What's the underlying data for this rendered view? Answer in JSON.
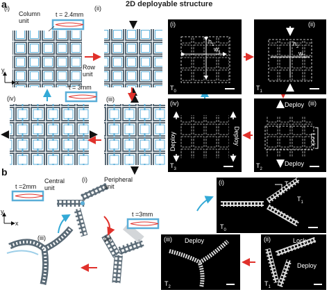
{
  "panel_a": {
    "letter": "a",
    "title": "2D deployable structure",
    "step_i": "(i)",
    "step_ii": "(ii)",
    "step_iii": "(iii)",
    "step_iv": "(iv)",
    "column_unit": "Column unit",
    "row_unit": "Row unit",
    "tc_column": "t = 2.4mm",
    "tc_row": "t = 3mm",
    "tc_sub": "c",
    "axis_x": "x",
    "axis_y": "y",
    "photos": {
      "p1": {
        "step": "(i)",
        "time": "T",
        "time_sub": "0",
        "h": "h",
        "h_sub": "1",
        "w": "w",
        "w_sub": "1"
      },
      "p2": {
        "step": "(ii)",
        "time": "T",
        "time_sub": "1",
        "h": "h",
        "h_sub": "2",
        "w": "w",
        "w_sub": "2"
      },
      "p3": {
        "step": "(iii)",
        "time": "T",
        "time_sub": "2",
        "deploy_top": "Deploy",
        "lock": "Lock",
        "deploy_bottom": "Deploy"
      },
      "p4": {
        "step": "(iv)",
        "time": "T",
        "time_sub": "3",
        "deploy_left": "Deploy",
        "deploy_right": "Deploy"
      }
    }
  },
  "panel_b": {
    "letter": "b",
    "step_i": "(i)",
    "step_ii": "(ii)",
    "step_iii": "(iii)",
    "central_unit": "Central unit",
    "peripheral_unit": "Peripheral unit",
    "tc_central": "t =2mm",
    "tc_peripheral": "t =3mm",
    "tc_sub": "c",
    "axis_x": "x",
    "axis_y": "y",
    "photos": {
      "p1": {
        "step": "(i)",
        "time": "T",
        "time_sub": "0",
        "t1": "T",
        "t1_sub": "1",
        "t2": "T",
        "t2_sub": "2"
      },
      "p2": {
        "step": "(ii)",
        "time": "T",
        "time_sub": "1",
        "lock": "Lock",
        "deploy": "Deploy"
      },
      "p3": {
        "step": "(iii)",
        "time": "T",
        "time_sub": "2",
        "deploy": "Deploy"
      }
    }
  },
  "colors": {
    "unit_blue": "#5aaed8",
    "unit_gray": "#7a8a96",
    "arrow_red": "#e0312b",
    "arrow_cyan": "#33a9d6",
    "photo_bg": "#000000"
  }
}
